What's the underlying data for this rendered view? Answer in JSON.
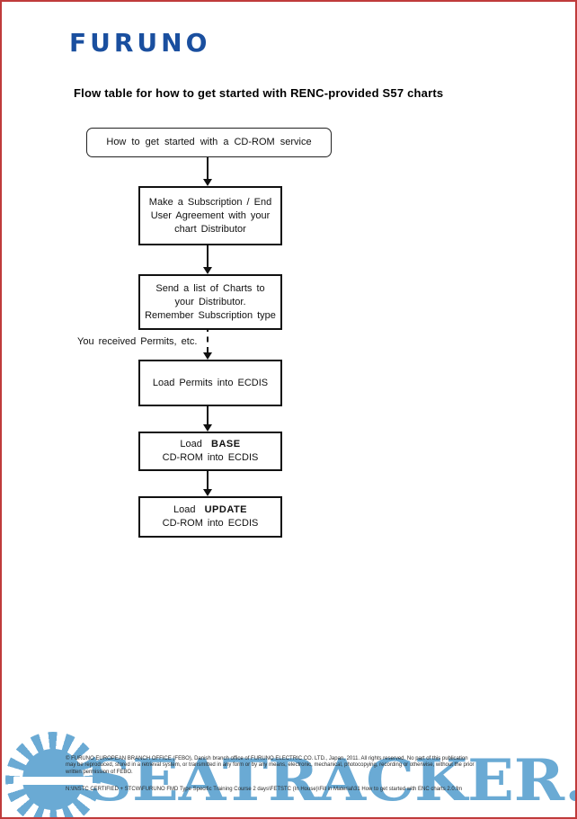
{
  "page": {
    "brand_logo": "FURUNO",
    "title": "Flow table for how to get started with RENC-provided S57 charts"
  },
  "flowchart": {
    "start": "How to get started with a CD-ROM service",
    "annotation": "You received Permits, etc.",
    "boxes": [
      {
        "lines": [
          "Make a Subscription / End",
          "User Agreement with your",
          "chart Distributor"
        ]
      },
      {
        "lines": [
          "Send a list of Charts to",
          "your Distributor.",
          "Remember Subscription type"
        ]
      },
      {
        "lines": [
          "Load Permits into ECDIS"
        ]
      },
      {
        "word1": "Load",
        "keyword": "BASE",
        "line2": "CD-ROM into ECDIS"
      },
      {
        "word1": "Load",
        "keyword": "UPDATE",
        "line2": "CD-ROM into ECDIS"
      }
    ]
  },
  "footer": {
    "copyright_lines": [
      "© FURUNO EUROPEAN BRANCH OFFICE (FEBO), Danish branch office of FURUNO ELECTRIC CO. LTD., Japan, 2011. All rights reserved. No part of this publication",
      "may be reproduced, stored in a retrieval system, or transmitted in any form or by any means, electronic, mechanical, photocopying, recording or otherwise, without the prior",
      "written permission of FEBO."
    ],
    "file_path": "N:\\INSTC CERTIFIED + STCW\\FURUNO FMD Type Specific Training Course 2 days\\FETSTC (In House)\\Fill in Material\\31 How to get started with ENC charts 2.0.fm"
  },
  "watermark": {
    "text": "SEATRACKER.RU",
    "color": "#6aaad4"
  },
  "colors": {
    "brand_blue": "#1a4f9f",
    "page_border_red": "#bf3b3b",
    "box_border_black": "#111111"
  }
}
